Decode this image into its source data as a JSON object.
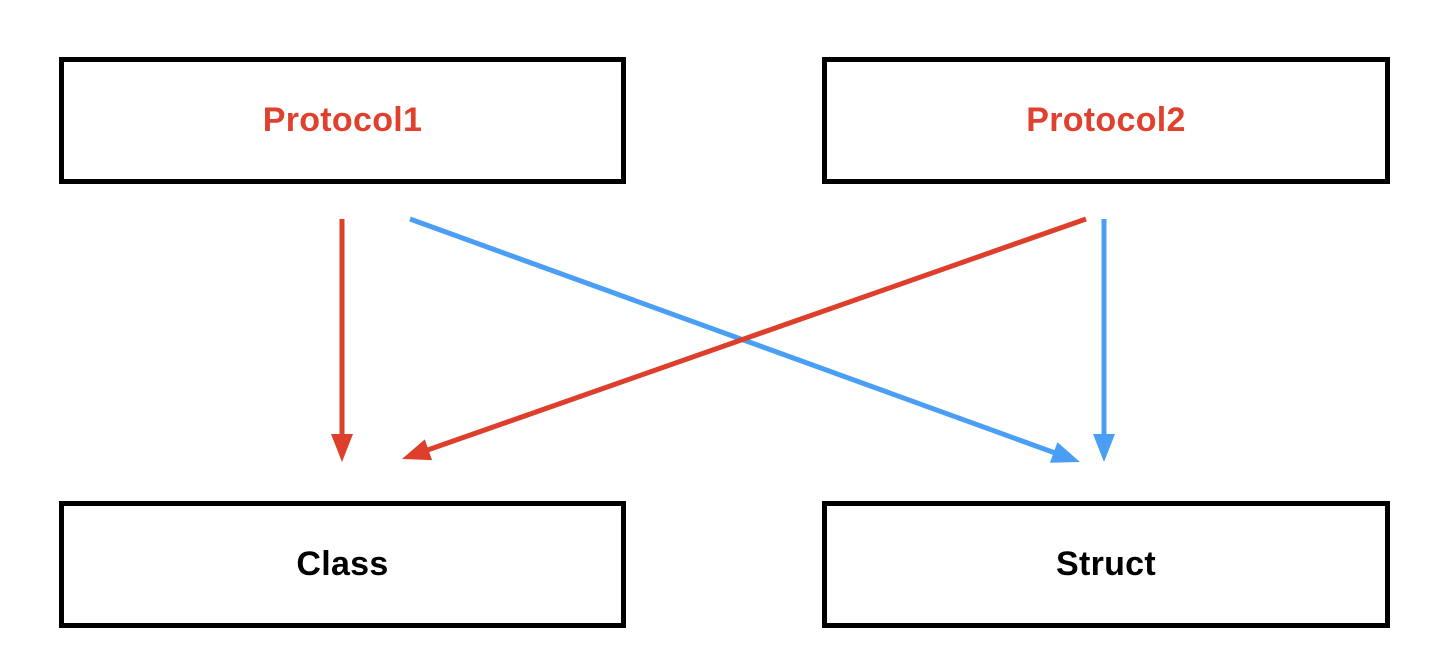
{
  "nodes": {
    "protocol1": {
      "label": "Protocol1",
      "color": "#E0402E"
    },
    "protocol2": {
      "label": "Protocol2",
      "color": "#E0402E"
    },
    "class": {
      "label": "Class",
      "color": "#000000"
    },
    "struct": {
      "label": "Struct",
      "color": "#000000"
    }
  },
  "edges": [
    {
      "from": "protocol1",
      "to": "class",
      "color": "#DD3F2C"
    },
    {
      "from": "protocol1",
      "to": "struct",
      "color": "#4A9FF5"
    },
    {
      "from": "protocol2",
      "to": "class",
      "color": "#DD3F2C"
    },
    {
      "from": "protocol2",
      "to": "struct",
      "color": "#4A9FF5"
    }
  ]
}
